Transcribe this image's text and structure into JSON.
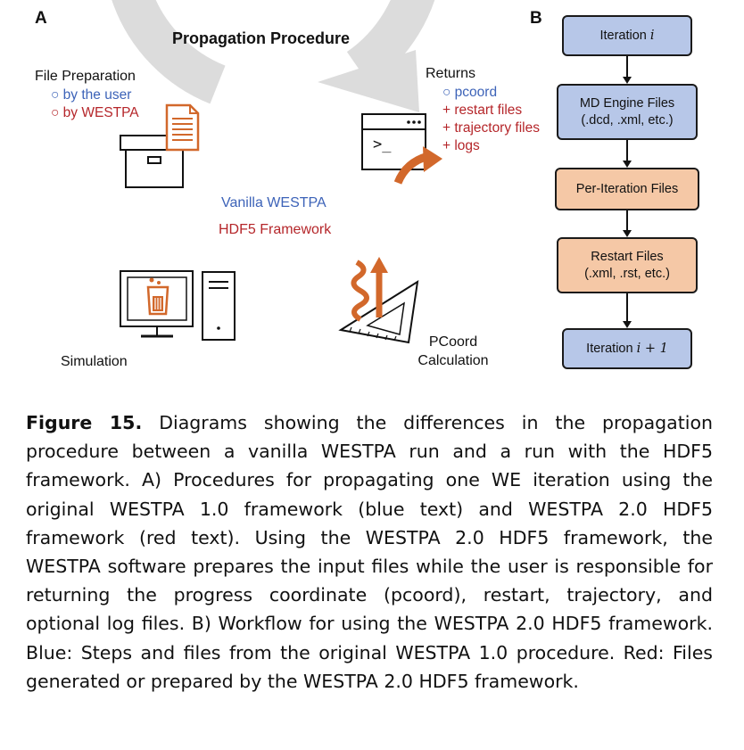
{
  "panel_a": {
    "letter": "A",
    "title": "Propagation Procedure",
    "file_prep": {
      "label": "File Preparation",
      "by_user": "○ by the user",
      "by_westpa": "○ by WESTPA"
    },
    "returns": {
      "label": "Returns",
      "items": [
        "○ pcoord",
        "+ restart files",
        "+ trajectory files",
        "+ logs"
      ]
    },
    "center": {
      "vanilla": "Vanilla WESTPA",
      "hdf5": "HDF5 Framework"
    },
    "simulation": "Simulation",
    "pcoord": {
      "line1": "PCoord",
      "line2": "Calculation"
    },
    "terminal_prompt": ">_",
    "colors": {
      "blue": "#3d63b8",
      "red": "#b5262a",
      "orange": "#d2682b",
      "ring": "#dcdcdc"
    }
  },
  "panel_b": {
    "letter": "B",
    "boxes": [
      {
        "line1": "Iteration ",
        "var": "i",
        "line2": "",
        "color": "blue"
      },
      {
        "line1": "MD Engine Files",
        "var": "",
        "line2": "(.dcd, .xml, etc.)",
        "color": "blue"
      },
      {
        "line1": "Per-Iteration Files",
        "var": "",
        "line2": "",
        "color": "orange"
      },
      {
        "line1": "Restart Files",
        "var": "",
        "line2": "(.xml, .rst, etc.)",
        "color": "orange"
      },
      {
        "line1": "Iteration ",
        "var": "i + 1",
        "line2": "",
        "color": "blue"
      }
    ]
  },
  "caption": {
    "label": "Figure 15.",
    "text": " Diagrams showing the differences in the propagation procedure between a vanilla WESTPA run and a run with the HDF5 framework. A) Procedures for propagating one WE iteration using the original WESTPA 1.0 framework (blue text) and WESTPA 2.0 HDF5 framework (red text). Using the WESTPA 2.0 HDF5 framework, the WESTPA software prepares the input files while the user is responsible for returning the progress coordinate (pcoord), restart, trajectory, and optional log files. B) Workflow for using the WESTPA 2.0 HDF5 framework. Blue: Steps and files from the original WESTPA 1.0 procedure. Red: Files generated or prepared by the WESTPA 2.0 HDF5 framework."
  }
}
